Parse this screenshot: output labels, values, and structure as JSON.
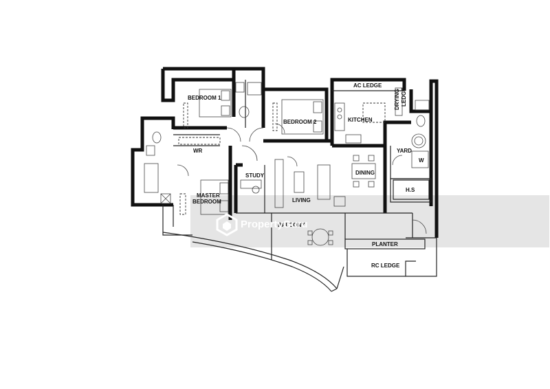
{
  "rooms": {
    "bedroom1": "BEDROOM 1",
    "bedroom2": "BEDROOM 2",
    "kitchen": "KITCHEN",
    "ac_ledge": "AC LEDGE",
    "drying_ledge_1": "DRYING",
    "drying_ledge_2": "LEDGE",
    "yard": "YARD",
    "hs": "H.S",
    "wr": "WR",
    "master_bedroom_1": "MASTER",
    "master_bedroom_2": "BEDROOM",
    "study": "STUDY",
    "dining": "DINING",
    "living": "LIVING",
    "balcony": "BALCONY",
    "planter": "PLANTER",
    "rc_ledge": "RC LEDGE",
    "w": "W"
  },
  "watermark": {
    "text": "PropertyGuru"
  },
  "colors": {
    "wall": "#111111",
    "watermark_band": "#cfcfcf"
  }
}
